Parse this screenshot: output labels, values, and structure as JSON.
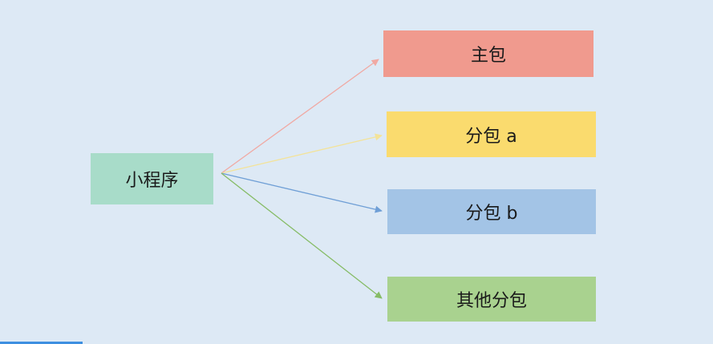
{
  "diagram": {
    "root": {
      "label": "小程序",
      "color": "#a8dcc9"
    },
    "children": [
      {
        "id": "main",
        "label": "主包",
        "color": "#f09a8e",
        "arrow_color": "#f0a9a3"
      },
      {
        "id": "a",
        "label": "分包 a",
        "color": "#fadb6e",
        "arrow_color": "#f3e39a"
      },
      {
        "id": "b",
        "label": "分包 b",
        "color": "#a3c4e6",
        "arrow_color": "#6f9fd6"
      },
      {
        "id": "other",
        "label": "其他分包",
        "color": "#a9d28f",
        "arrow_color": "#86bc66"
      }
    ]
  },
  "colors": {
    "background": "#dde9f5",
    "progress_accent": "#3d8fe0"
  }
}
